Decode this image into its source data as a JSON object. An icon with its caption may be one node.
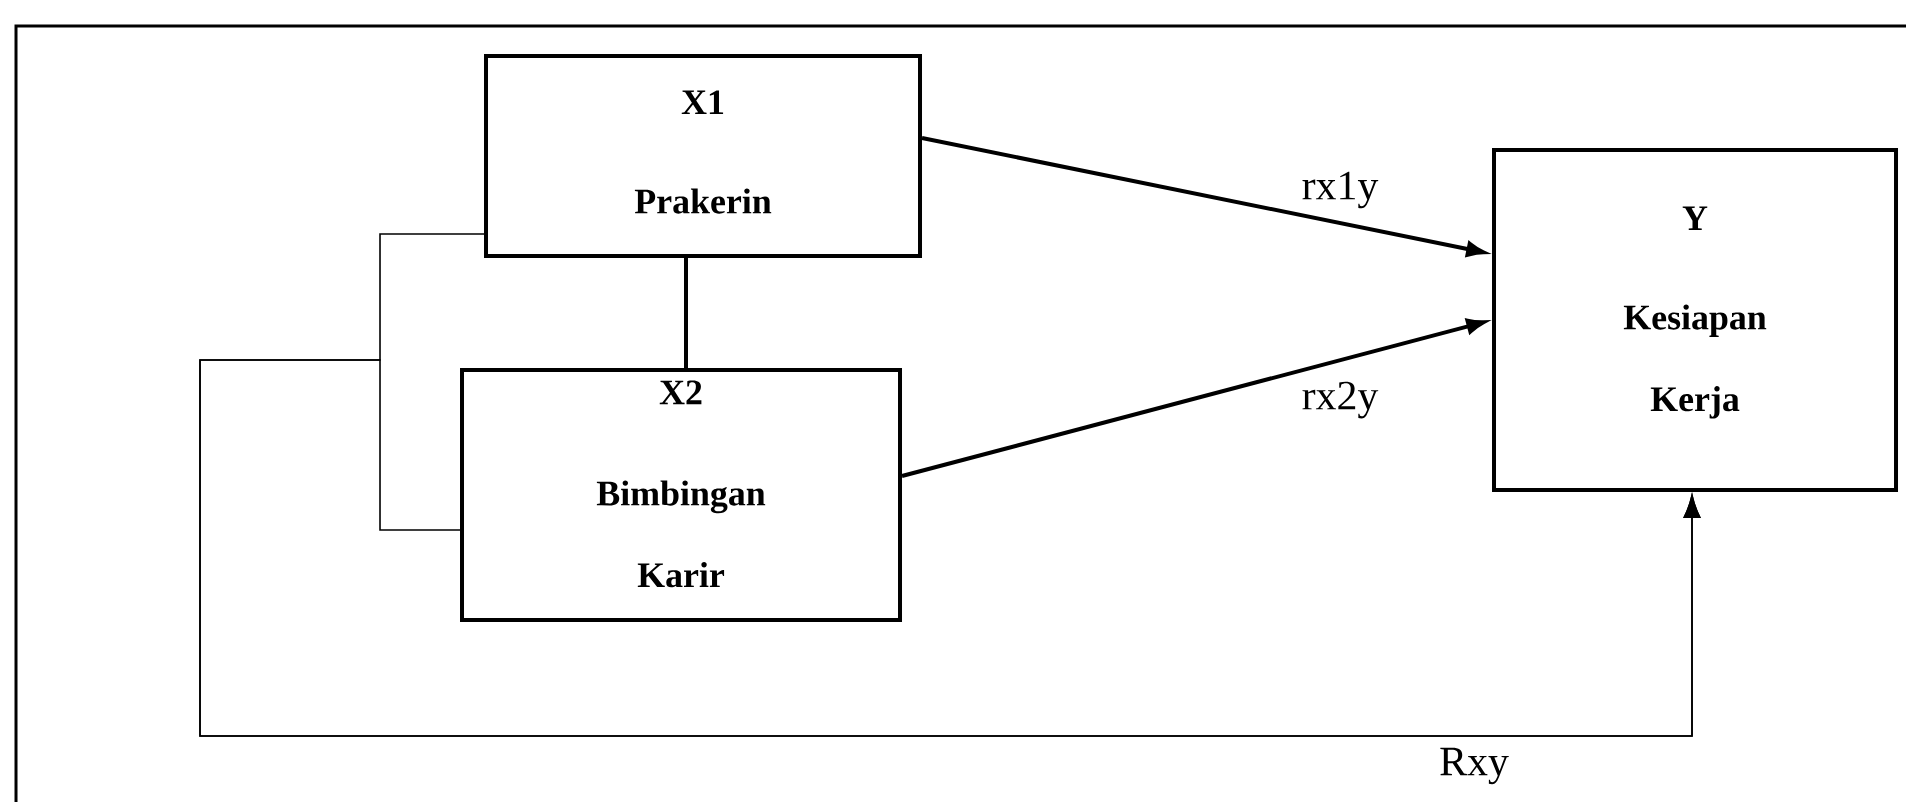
{
  "diagram": {
    "nodes": [
      {
        "text": [
          "X1",
          "Prakerin"
        ]
      },
      {
        "text": [
          "X2",
          "Bimbingan Karir"
        ]
      },
      {
        "text": [
          "Y",
          "Kesiapan Kerja"
        ]
      }
    ],
    "edges": [
      {
        "from": 0,
        "to": 2,
        "arrow": "to",
        "label": "rx1y"
      },
      {
        "from": 1,
        "to": 2,
        "arrow": "to",
        "label": "rx2y"
      },
      {
        "from": 0,
        "to": 1,
        "arrow": "none"
      },
      {
        "from": 0,
        "to": 2,
        "arrow": "to",
        "label": "Rxy"
      },
      {
        "from": 1,
        "to": 2,
        "arrow": "to"
      }
    ]
  }
}
